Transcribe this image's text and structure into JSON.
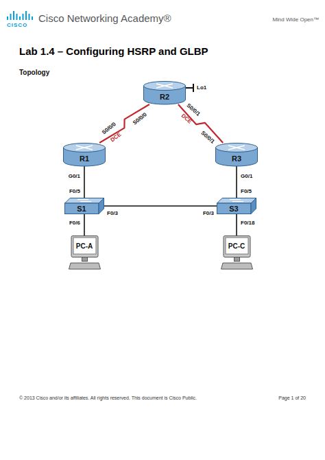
{
  "diagram": {
    "title": "Lab 1.4 – Configuring HSRP and GLBP",
    "nodes": [
      {
        "text": [
          "R2"
        ]
      },
      {
        "text": [
          "R1"
        ]
      },
      {
        "text": [
          "R3"
        ]
      },
      {
        "text": [
          "S1"
        ]
      },
      {
        "text": [
          "S3"
        ]
      },
      {
        "text": [
          "PC-A"
        ]
      },
      {
        "text": [
          "PC-C"
        ]
      }
    ],
    "edges": [
      {
        "from": 0,
        "to": 1,
        "arrow": "none"
      },
      {
        "from": 0,
        "to": 2,
        "arrow": "none"
      },
      {
        "from": 1,
        "to": 3,
        "arrow": "none"
      },
      {
        "from": 2,
        "to": 4,
        "arrow": "none"
      },
      {
        "from": 3,
        "to": 4,
        "arrow": "none"
      },
      {
        "from": 3,
        "to": 5,
        "arrow": "none"
      },
      {
        "from": 4,
        "to": 6,
        "arrow": "none"
      }
    ],
    "labels": [
      "CISCO",
      "Cisco Networking Academy®",
      "Mind Wide Open™",
      "Topology",
      "Lo1",
      "S0/0/0",
      "S0/0/1",
      "DCE",
      "S0/0/0",
      "DCE",
      "S0/0/1",
      "G0/1",
      "G0/1",
      "F0/5",
      "F0/5",
      "F0/3",
      "F0/3",
      "F0/6",
      "F0/18",
      "© 2013 Cisco and/or its affiliates. All rights reserved. This document is Cisco Public.",
      "Page 1 of 20"
    ]
  }
}
